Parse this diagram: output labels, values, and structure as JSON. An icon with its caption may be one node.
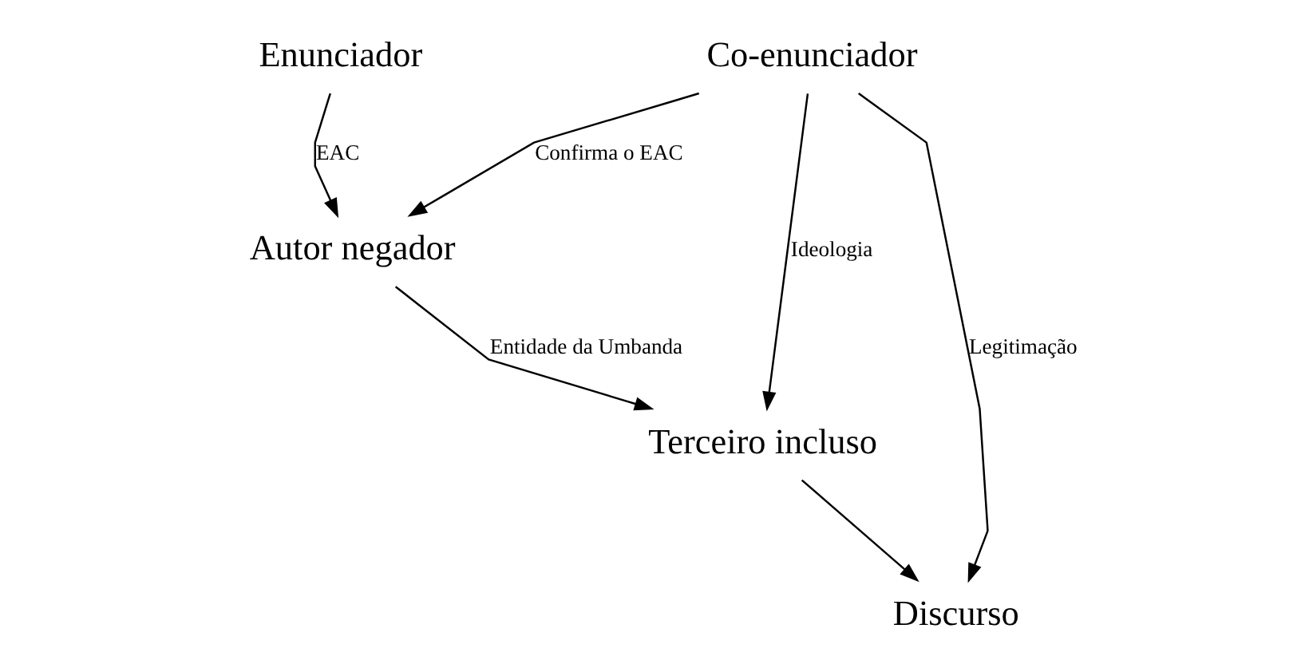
{
  "diagram": {
    "nodes": [
      {
        "text": [
          "Enunciador"
        ]
      },
      {
        "text": [
          "Co-enunciador"
        ]
      },
      {
        "text": [
          "Autor negador"
        ]
      },
      {
        "text": [
          "Terceiro incluso"
        ]
      },
      {
        "text": [
          "Discurso"
        ]
      }
    ],
    "edges": [
      {
        "from": 0,
        "to": 2,
        "arrow": "to",
        "label": "EAC"
      },
      {
        "from": 1,
        "to": 2,
        "arrow": "to",
        "label": "Confirma o EAC"
      },
      {
        "from": 2,
        "to": 3,
        "arrow": "to",
        "label": "Entidade da Umbanda"
      },
      {
        "from": 1,
        "to": 3,
        "arrow": "to",
        "label": "Ideologia"
      },
      {
        "from": 3,
        "to": 4,
        "arrow": "to"
      },
      {
        "from": 1,
        "to": 4,
        "arrow": "to",
        "label": "Legitimação"
      }
    ]
  }
}
